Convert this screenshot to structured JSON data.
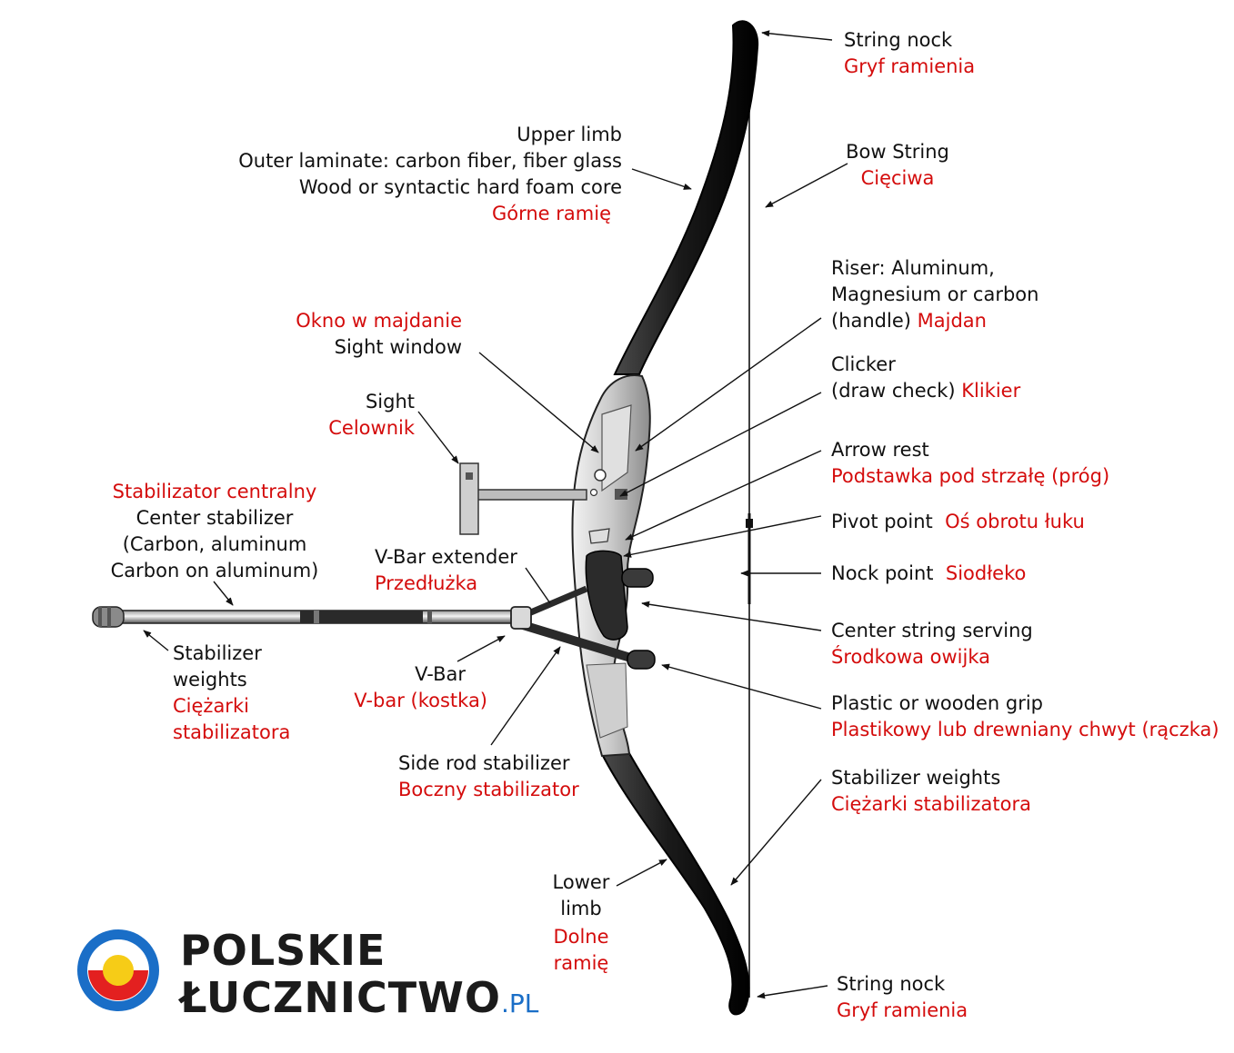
{
  "colors": {
    "red": "#d40c0c",
    "black": "#111111",
    "logo_blue": "#1a6ec7",
    "logo_red": "#e32020",
    "logo_yellow": "#f6cc17"
  },
  "labels": {
    "string_nock_top": {
      "en": "String nock",
      "pl": "Gryf ramienia"
    },
    "bow_string": {
      "en": "Bow String",
      "pl": "Cięciwa"
    },
    "upper_limb": {
      "en1": "Upper limb",
      "en2": "Outer laminate: carbon fiber, fiber glass",
      "en3": "Wood or syntactic hard foam core",
      "pl": "Górne ramię"
    },
    "riser": {
      "en1": "Riser: Aluminum,",
      "en2": "Magnesium or carbon",
      "en3": "(handle)",
      "pl": "Majdan"
    },
    "sight_window": {
      "pl": "Okno w majdanie",
      "en": "Sight window"
    },
    "clicker": {
      "en1": "Clicker",
      "en2": "(draw check)",
      "pl": "Klikier"
    },
    "sight": {
      "en": "Sight",
      "pl": "Celownik"
    },
    "arrow_rest": {
      "en": "Arrow rest",
      "pl": "Podstawka pod strzałę (próg)"
    },
    "center_stabilizer": {
      "pl": "Stabilizator centralny",
      "en1": "Center stabilizer",
      "en2": "(Carbon, aluminum",
      "en3": "Carbon on aluminum)"
    },
    "pivot_point": {
      "en": "Pivot point",
      "pl": "Oś obrotu łuku"
    },
    "vbar_extender": {
      "en": "V-Bar extender",
      "pl": "Przedłużka"
    },
    "nock_point": {
      "en": "Nock point",
      "pl": "Siodłeko"
    },
    "center_string_serving": {
      "en": "Center string serving",
      "pl": "Środkowa owijka"
    },
    "stabilizer_weights_left": {
      "en1": "Stabilizer",
      "en2": "weights",
      "pl1": "Ciężarki",
      "pl2": "stabilizatora"
    },
    "vbar": {
      "en": "V-Bar",
      "pl": "V-bar (kostka)"
    },
    "grip": {
      "en": "Plastic or wooden grip",
      "pl": "Plastikowy lub drewniany chwyt (rączka)"
    },
    "side_rod": {
      "en": "Side rod stabilizer",
      "pl": "Boczny stabilizator"
    },
    "stabilizer_weights_right": {
      "en": "Stabilizer weights",
      "pl": "Ciężarki stabilizatora"
    },
    "lower_limb": {
      "en1": "Lower",
      "en2": "limb",
      "pl1": "Dolne",
      "pl2": "ramię"
    },
    "string_nock_bottom": {
      "en": "String nock",
      "pl": "Gryf ramienia"
    }
  },
  "logo": {
    "line1": "POLSKIE",
    "line2": "ŁUCZNICTWO",
    "suffix": ".PL"
  }
}
